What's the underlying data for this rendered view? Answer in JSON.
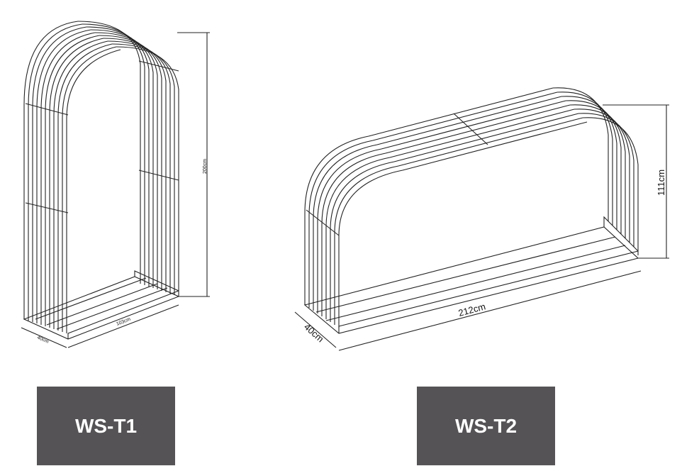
{
  "models": [
    {
      "name": "WS-T1",
      "dimensions": {
        "height": "200cm",
        "width": "103cm",
        "depth": "40cm"
      }
    },
    {
      "name": "WS-T2",
      "dimensions": {
        "height": "111cm",
        "width": "212cm",
        "depth": "40cm"
      }
    }
  ],
  "colors": {
    "line": "#222222",
    "label_bg": "#555355",
    "label_text": "#ffffff"
  }
}
